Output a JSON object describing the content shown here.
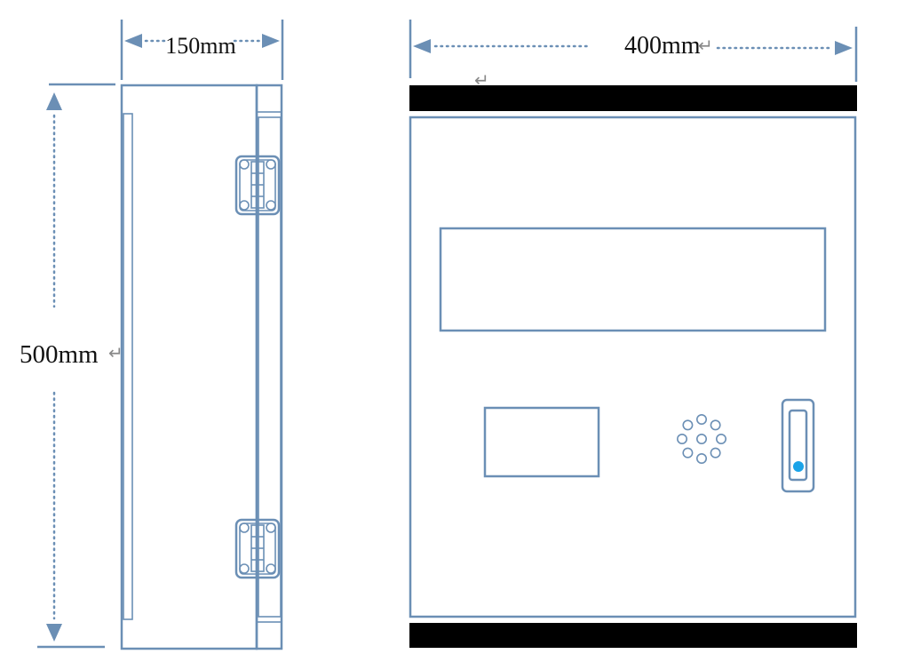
{
  "dimensions": {
    "depth_label": "150mm",
    "width_label": "400mm",
    "height_label": "500mm",
    "return_mark": "↵"
  },
  "views": {
    "side": {
      "hinges": [
        "hinge-top",
        "hinge-bottom"
      ]
    },
    "front": {
      "speaker_holes": 9,
      "indicator_color": "#1aa3e8",
      "top_bar_color": "#000000",
      "bottom_bar_color": "#000000"
    }
  },
  "colors": {
    "line": "#6b8fb5",
    "text": "#111111"
  }
}
